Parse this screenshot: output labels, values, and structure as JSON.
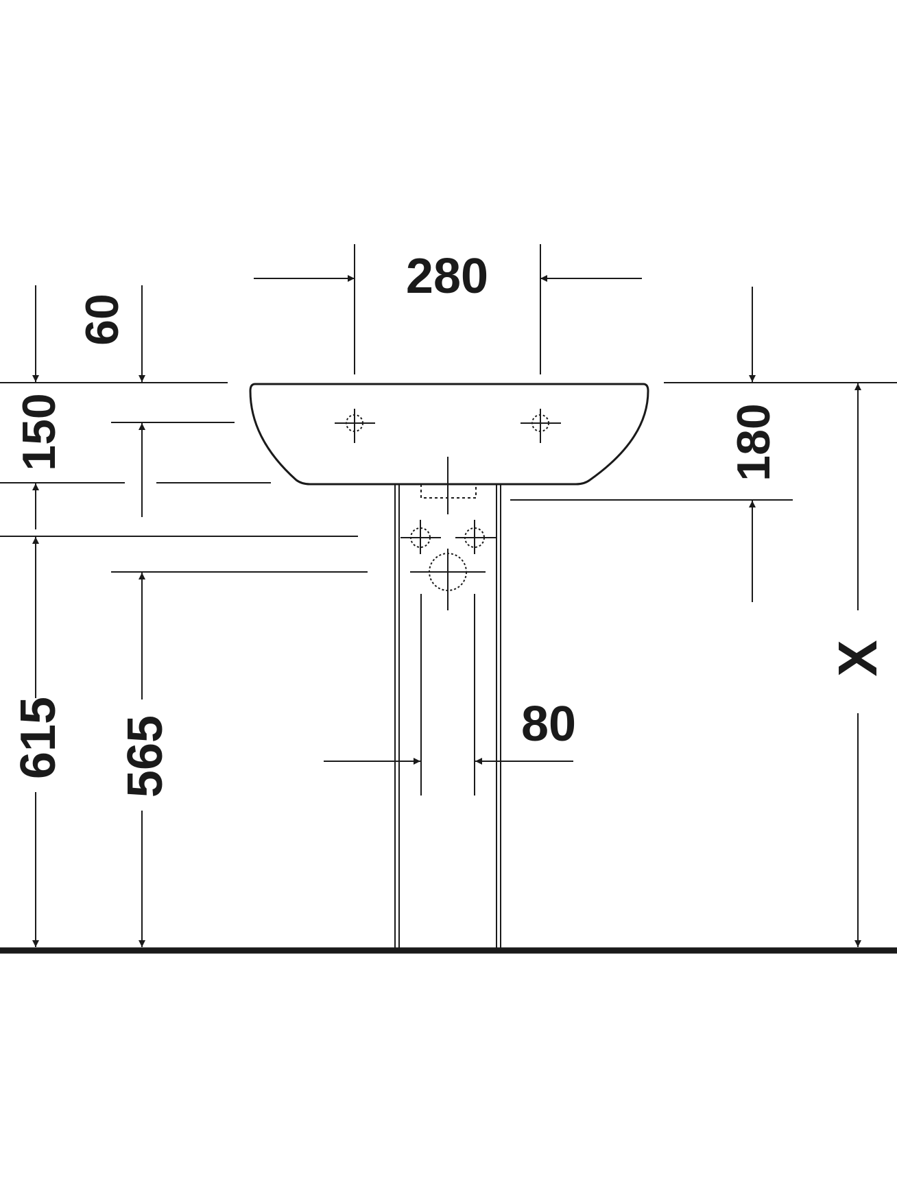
{
  "dimensions": {
    "basin_tap_hole_spacing": "280",
    "top_offset": "60",
    "basin_depth_left": "150",
    "basin_depth_right": "180",
    "rim_height": "615",
    "underside_height": "565",
    "pedestal_gap": "80",
    "overall_height": "X"
  },
  "colors": {
    "line": "#1a1a1a",
    "background": "#ffffff"
  }
}
